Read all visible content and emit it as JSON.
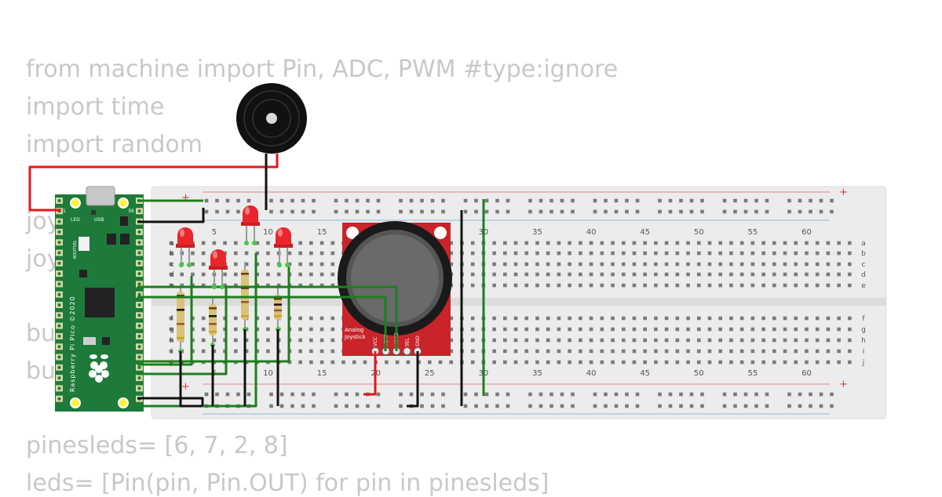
{
  "code_lines": [
    "from machine import Pin, ADC, PWM #type:ignore",
    "import time",
    "import random",
    "joy",
    "joy",
    "bu",
    "bu",
    "pinesleds= [6, 7, 2, 8]",
    "leds= [Pin(pin, Pin.OUT) for pin in pinesleds]"
  ],
  "breadboard": {
    "col_numbers": [
      "5",
      "10",
      "15",
      "20",
      "25",
      "30",
      "35",
      "40",
      "45",
      "50",
      "55",
      "60"
    ],
    "row_letters_top": [
      "a",
      "b",
      "c",
      "d",
      "e"
    ],
    "row_letters_bottom": [
      "f",
      "g",
      "h",
      "i",
      "j"
    ],
    "rail_plus": "+",
    "rail_minus": "-"
  },
  "pico": {
    "board_label": "Raspberry Pi Pico ©2020",
    "usb_label": "USB",
    "led_label": "LED",
    "bootsel_label": "BOOTSEL",
    "pin_label_left": "1",
    "pin_label_right": "39"
  },
  "joystick": {
    "label_line1": "Analog",
    "label_line2": "Joystick",
    "pin_labels": [
      "VCC",
      "VERT",
      "HORZ",
      "SEL",
      "GND"
    ]
  },
  "colors": {
    "wire_red": "#e0181b",
    "wire_black": "#111111",
    "wire_green": "#1e7e1e",
    "board_green": "#1e7a3a",
    "led_red": "#e8262b",
    "joystick_board": "#c8242a",
    "breadboard": "#ececec"
  }
}
